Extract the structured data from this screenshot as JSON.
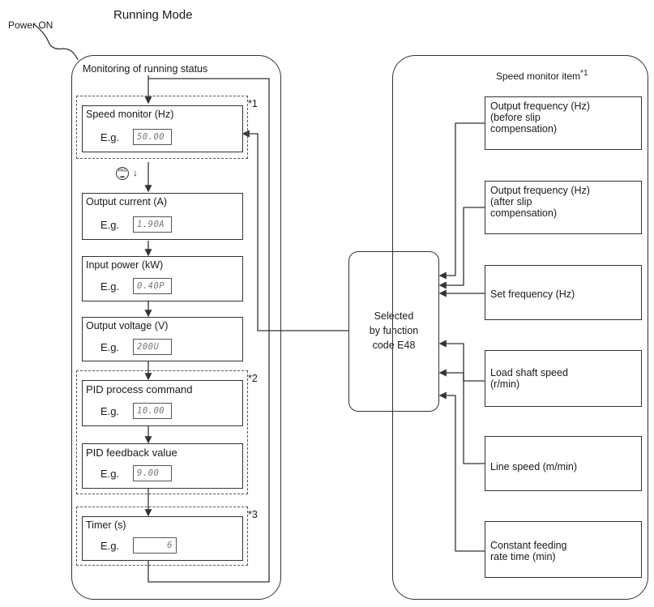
{
  "labels": {
    "power_on": "Power ON",
    "running_mode": "Running Mode",
    "monitoring": "Monitoring of running status",
    "speed_monitor_item": "Speed monitor item",
    "note1": "*1",
    "note2": "*2",
    "note3": "*3",
    "selector": [
      "Selected",
      "by function",
      "code E48"
    ],
    "eg": "E.g."
  },
  "left_items": [
    {
      "title": "Speed monitor (Hz)",
      "display": "50.00"
    },
    {
      "title": "Output current (A)",
      "display": "1.90A"
    },
    {
      "title": "Input power (kW)",
      "display": "0.40P"
    },
    {
      "title": "Output voltage (V)",
      "display": "200U"
    },
    {
      "title": "PID process command",
      "display": "10.00"
    },
    {
      "title": "PID feedback value",
      "display": "9.00"
    },
    {
      "title": "Timer (s)",
      "display": "6"
    }
  ],
  "key_icon": "prg-mode-key-icon",
  "right_items": [
    [
      "Output frequency (Hz)",
      "(before slip",
      "compensation)"
    ],
    [
      "Output frequency (Hz)",
      "(after slip",
      "compensation)"
    ],
    [
      "Set frequency (Hz)"
    ],
    [
      "Load shaft speed",
      "(r/min)"
    ],
    [
      "Line speed (m/min)"
    ],
    [
      "Constant feeding",
      "rate time (min)"
    ]
  ]
}
